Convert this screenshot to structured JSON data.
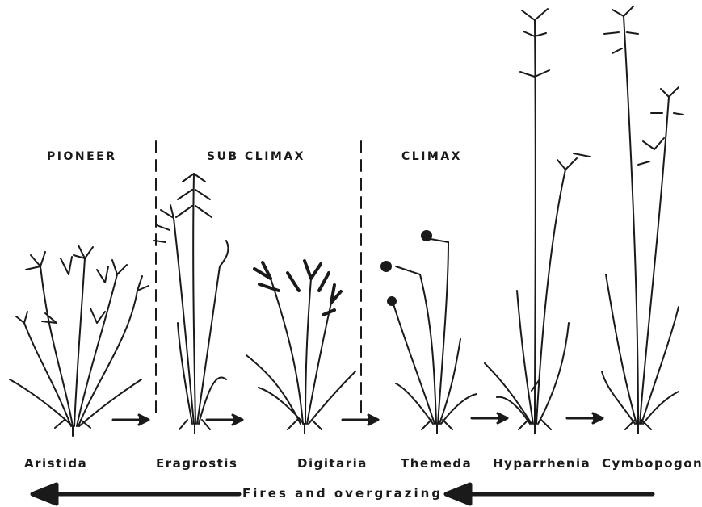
{
  "stages": {
    "pioneer": "PIONEER",
    "sub_climax": "SUB CLIMAX",
    "climax": "CLIMAX"
  },
  "species": [
    {
      "key": "aristida",
      "name": "Aristida"
    },
    {
      "key": "eragrostis",
      "name": "Eragrostis"
    },
    {
      "key": "digitaria",
      "name": "Digitaria"
    },
    {
      "key": "themeda",
      "name": "Themeda"
    },
    {
      "key": "hyparrhenia",
      "name": "Hyparrhenia"
    },
    {
      "key": "cymbopogon",
      "name": "Cymbopogon"
    }
  ],
  "footer": {
    "text": "Fires and overgrazing"
  },
  "colors": {
    "ink": "#1a1a1a",
    "background": "#ffffff"
  }
}
